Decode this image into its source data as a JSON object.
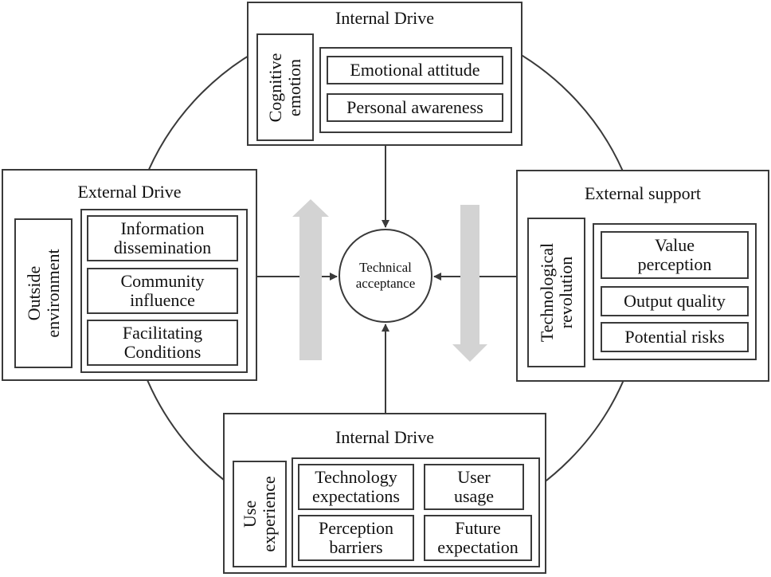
{
  "center": {
    "label": "Technical\nacceptance"
  },
  "top": {
    "title": "Internal Drive",
    "side_label": "Cognitive\nemotion",
    "items": [
      "Emotional attitude",
      "Personal awareness"
    ]
  },
  "left": {
    "title": "External Drive",
    "side_label": "Outside\nenvironment",
    "items": [
      "Information\ndissemination",
      "Community\ninfluence",
      "Facilitating\nConditions"
    ]
  },
  "right": {
    "title": "External support",
    "side_label": "Technological\nrevolution",
    "items": [
      "Value\nperception",
      "Output quality",
      "Potential risks"
    ]
  },
  "bottom": {
    "title": "Internal Drive",
    "side_label": "Use\nexperience",
    "items": [
      "Technology\nexpectations",
      "User\nusage",
      "Perception\nbarriers",
      "Future\nexpectation"
    ]
  },
  "colors": {
    "line": "#3a3a3a",
    "flow_arrow": "#d3d3d3"
  }
}
